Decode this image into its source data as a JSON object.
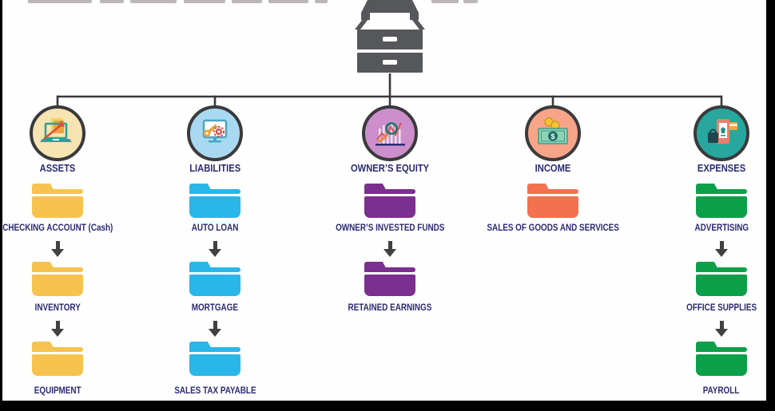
{
  "root": {
    "icon": "filing-cabinet-icon"
  },
  "colors": {
    "connector_line": "#39393B",
    "label_text": "#2B2A72",
    "cabinet_gray": "#56575B",
    "arrow_gray": "#414042",
    "frame_black": "#000000"
  },
  "categories": [
    {
      "label": "ASSETS",
      "icon": "laptop-documents-icon",
      "circle_color": "#F6E4B3",
      "folder_color": "#F6C44E",
      "accounts": [
        "CHECKING ACCOUNT (Cash)",
        "INVENTORY",
        "EQUIPMENT"
      ]
    },
    {
      "label": "LIABILITIES",
      "icon": "monitor-wrench-gear-icon",
      "circle_color": "#A8D9F0",
      "folder_color": "#29B7E9",
      "accounts": [
        "AUTO LOAN",
        "MORTGAGE",
        "SALES TAX PAYABLE"
      ]
    },
    {
      "label": "OWNER’S EQUITY",
      "icon": "chart-magnifier-icon",
      "circle_color": "#CC8FCB",
      "folder_color": "#7B2F8E",
      "accounts": [
        "OWNER’S INVESTED FUNDS",
        "RETAINED EARNINGS"
      ]
    },
    {
      "label": "INCOME",
      "icon": "banknote-coins-icon",
      "icon_glyph": "$",
      "circle_color": "#F7A488",
      "folder_color": "#F3714E",
      "accounts": [
        "SALES OF GOODS AND SERVICES"
      ]
    },
    {
      "label": "EXPENSES",
      "icon": "phone-shopping-icon",
      "circle_color": "#27A79E",
      "folder_color": "#0DA04A",
      "accounts": [
        "ADVERTISING",
        "OFFICE SUPPLIES",
        "PAYROLL"
      ]
    }
  ]
}
